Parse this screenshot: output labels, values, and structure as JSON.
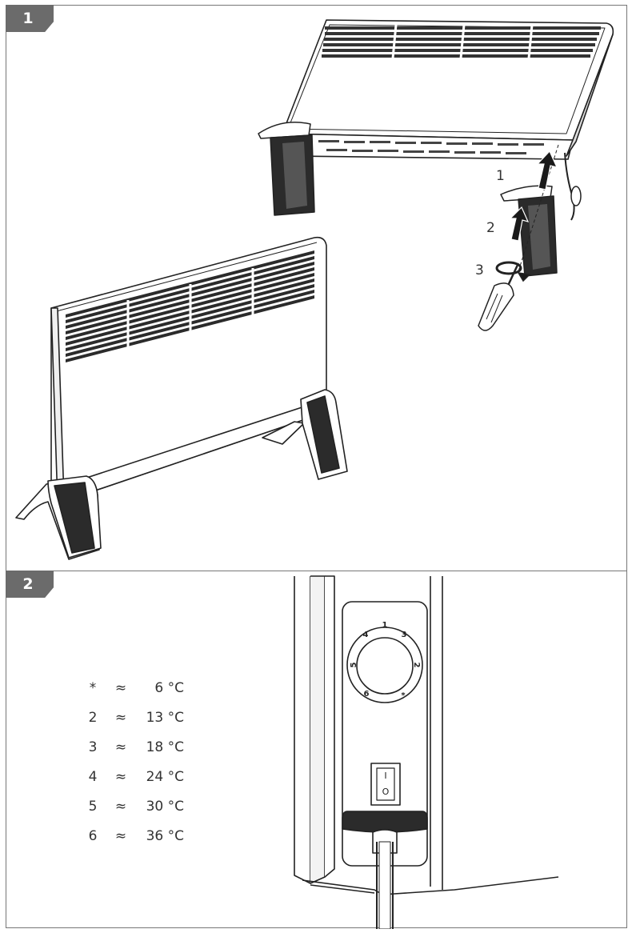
{
  "panel1": {
    "badge": "1",
    "steps": [
      "1",
      "2",
      "3"
    ]
  },
  "panel2": {
    "badge": "2",
    "dial_numbers": [
      "1",
      "2",
      "3",
      "4",
      "5",
      "6",
      "*"
    ],
    "switch_symbols": [
      "I",
      "O"
    ],
    "temperatures": [
      {
        "setting": "*",
        "approx": "≈",
        "value": "6 °C"
      },
      {
        "setting": "2",
        "approx": "≈",
        "value": "13 °C"
      },
      {
        "setting": "3",
        "approx": "≈",
        "value": "18 °C"
      },
      {
        "setting": "4",
        "approx": "≈",
        "value": "24 °C"
      },
      {
        "setting": "5",
        "approx": "≈",
        "value": "30 °C"
      },
      {
        "setting": "6",
        "approx": "≈",
        "value": "36 °C"
      }
    ]
  },
  "colors": {
    "badge": "#6b6b6b",
    "line": "#222222",
    "leg": "#2b2b2b"
  }
}
